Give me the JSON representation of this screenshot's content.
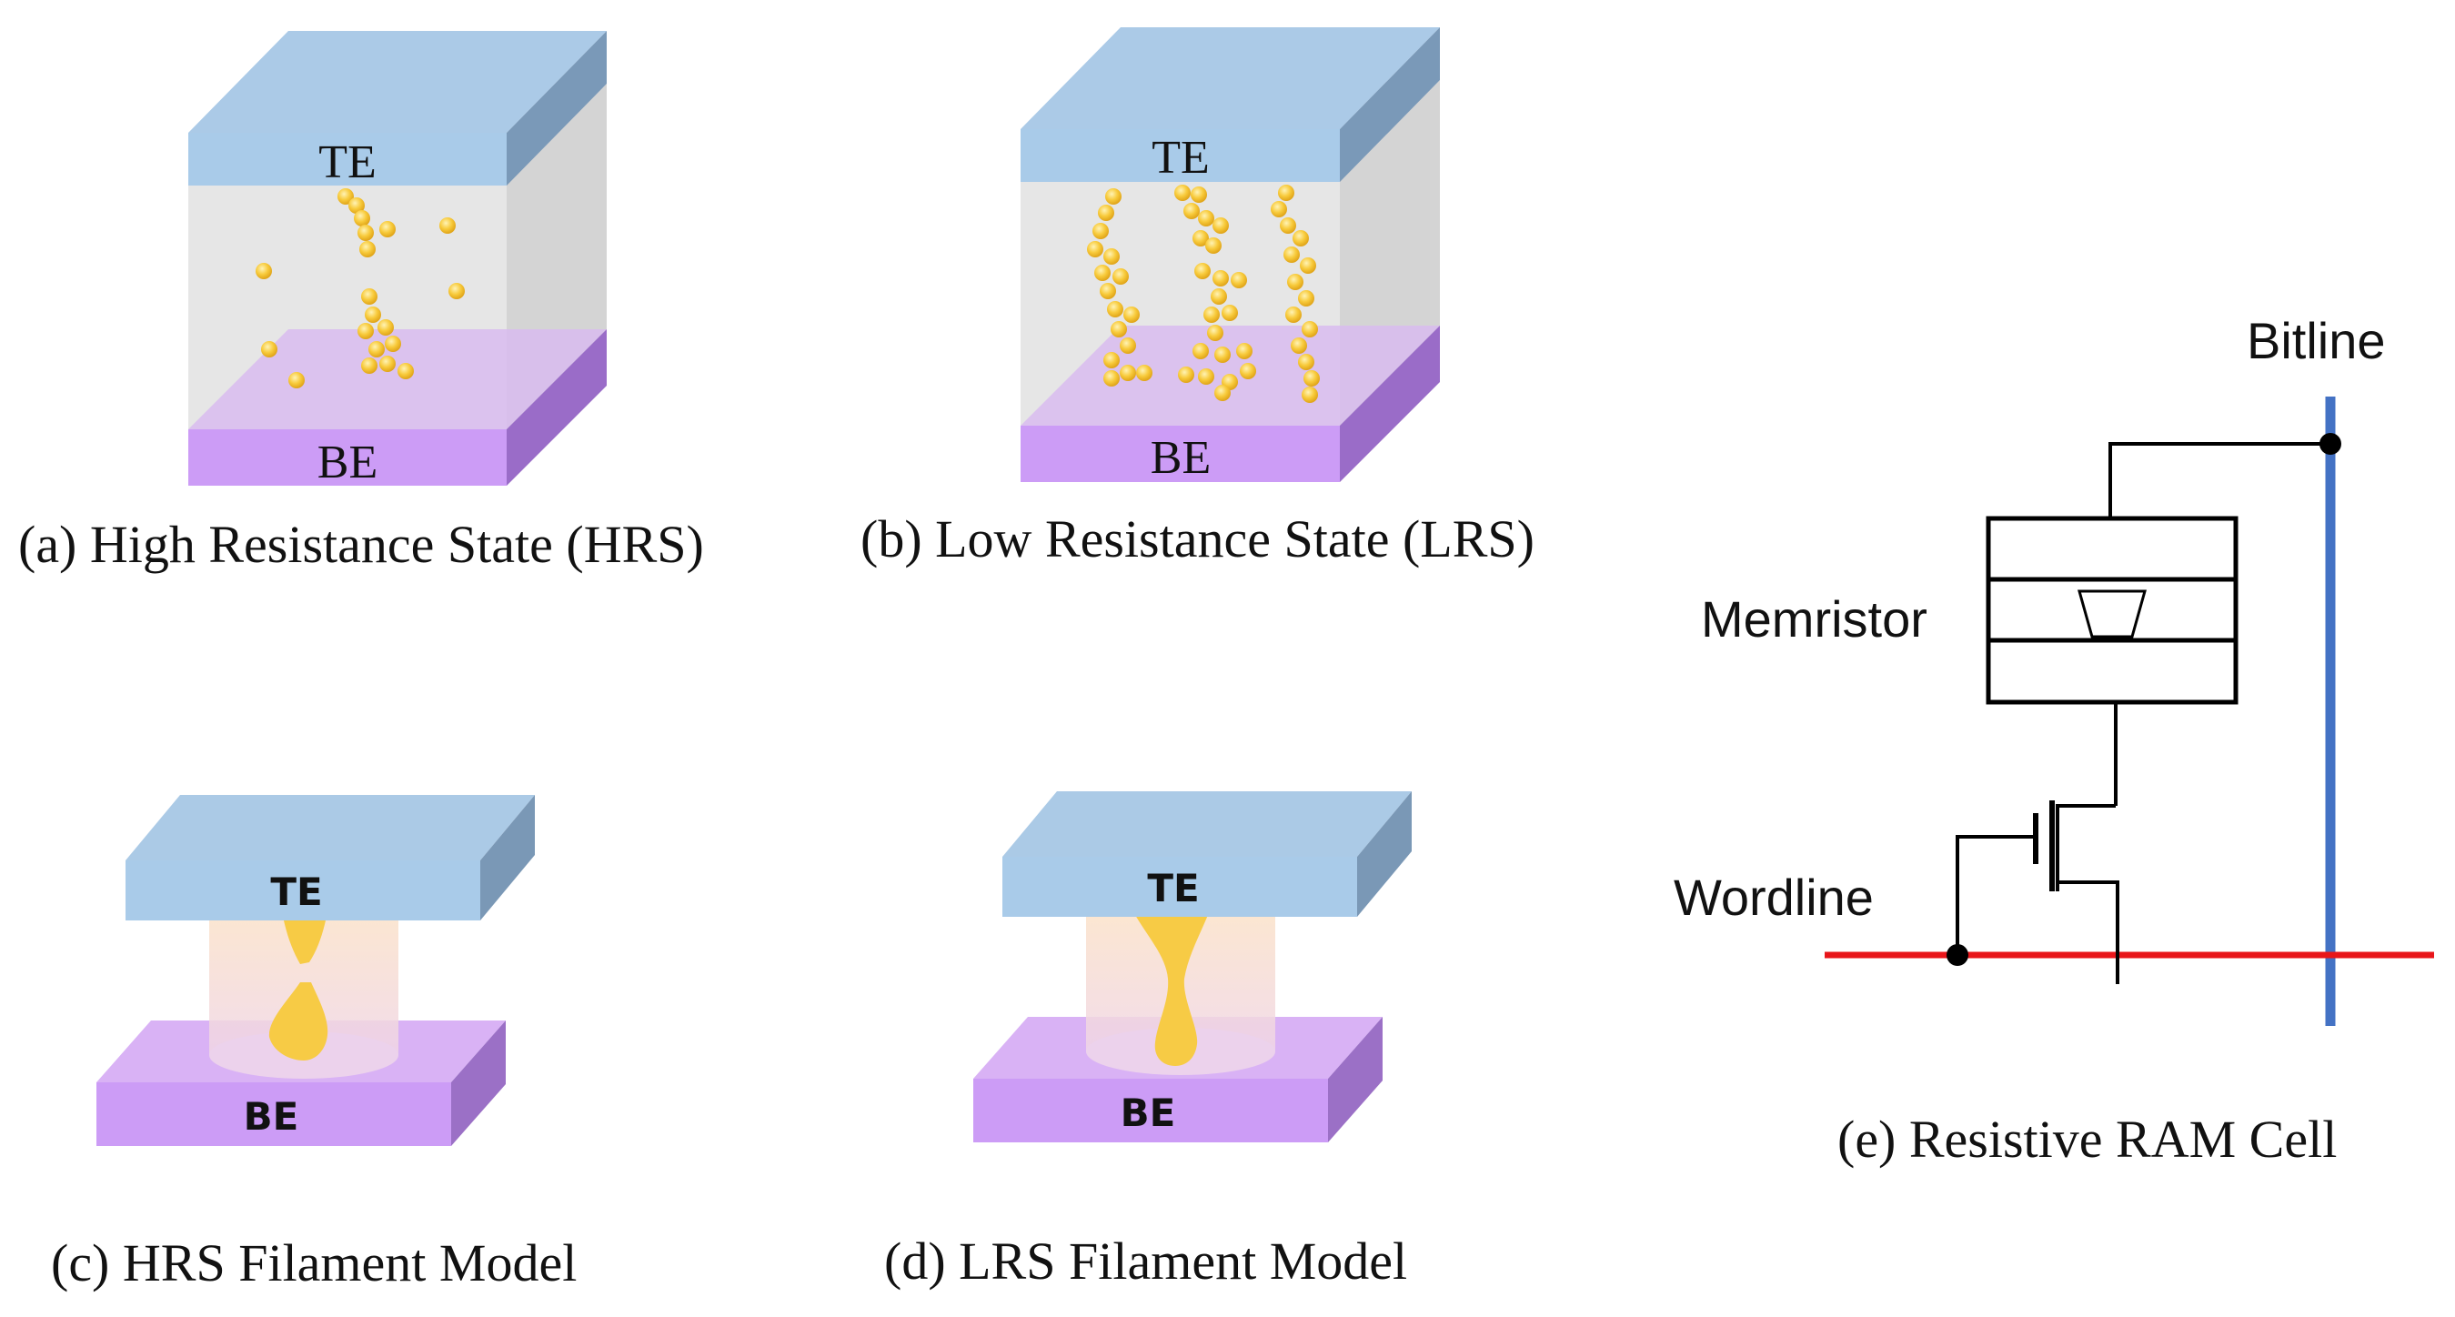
{
  "panels": {
    "a": {
      "caption": "(a) High Resistance State (HRS)",
      "top_label": "TE",
      "bottom_label": "BE"
    },
    "b": {
      "caption": "(b) Low Resistance State (LRS)",
      "top_label": "TE",
      "bottom_label": "BE"
    },
    "c": {
      "caption": "(c) HRS Filament Model",
      "top_label": "TE",
      "bottom_label": "BE"
    },
    "d": {
      "caption": "(d) LRS Filament Model",
      "top_label": "TE",
      "bottom_label": "BE"
    },
    "e": {
      "caption": "(e) Resistive RAM Cell",
      "bitline": "Bitline",
      "memristor": "Memristor",
      "wordline": "Wordline"
    }
  },
  "colors": {
    "top_electrode": "#a9cbe9",
    "bottom_electrode": "#cc9cf6",
    "oxide": "#e2e2e2",
    "particle": "#f6c233",
    "filament": "#f7cb45",
    "bitline": "#4472c4",
    "wordline": "#e8161a"
  }
}
